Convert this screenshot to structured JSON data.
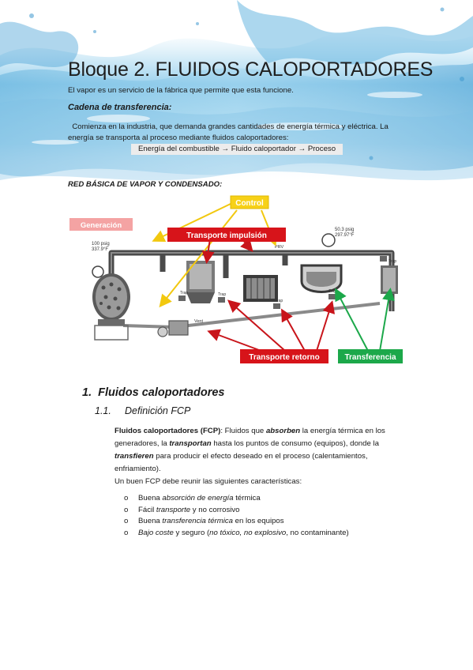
{
  "title": "Bloque 2. FLUIDOS CALOPORTADORES",
  "intro": "El vapor es un servicio de la fábrica que permite que esta funcione.",
  "chain": {
    "heading": "Cadena de transferencia:",
    "text": "Comienza en la industria, que demanda grandes cantidades de energía térmica y eléctrica. La energía se transporta al proceso mediante fluidos caloportadores:",
    "formula": "Energía del combustible → Fluido caloportador → Proceso"
  },
  "network_heading": "RED BÁSICA DE VAPOR Y CONDENSADO:",
  "diagram": {
    "labels": {
      "control": "Control",
      "generacion": "Generación",
      "transporte_impulsion": "Transporte impulsión",
      "transporte_retorno": "Transporte retorno",
      "transferencia": "Transferencia"
    },
    "boiler_pressure": "100 psig",
    "boiler_temp": "337.9°F",
    "prv_pressure": "50.3 psig",
    "prv_temp": "297.97°F",
    "prv": "PRV",
    "vent": "Vent",
    "trap": "Trap",
    "colors": {
      "control_fill": "#f7d117",
      "generacion_fill": "#f4a3a3",
      "red_label_fill": "#d7141a",
      "green_label_fill": "#1ca84a",
      "pipe": "#4a4a4a"
    }
  },
  "section1": {
    "num": "1.",
    "title": "Fluidos caloportadores"
  },
  "section11": {
    "num": "1.1.",
    "title": "Definición FCP"
  },
  "definition": {
    "term": "Fluidos caloportadores (FCP)",
    "t1": ": Fluidos que ",
    "e1": "absorben",
    "t2": " la energía térmica en los generadores, la ",
    "e2": "transportan",
    "t3": " hasta los puntos de consumo (equipos), donde la ",
    "e3": "transfieren",
    "t4": " para producir el efecto deseado en el proceso (calentamientos, enfriamiento)."
  },
  "requirements_intro": "Un buen FCP debe reunir las siguientes características:",
  "bullet_marker": "o",
  "bullets": [
    {
      "a": "Buena ",
      "b": "absorción de energía",
      "c": " térmica"
    },
    {
      "a": "Fácil ",
      "b": "transporte",
      "c": " y no corrosivo"
    },
    {
      "a": "Buena ",
      "b": "transferencia térmica",
      "c": " en los equipos"
    },
    {
      "a": "",
      "b": "Bajo coste",
      "c": " y seguro (",
      "d": "no tóxico, no explosivo",
      "e": ", no contaminante)"
    }
  ]
}
